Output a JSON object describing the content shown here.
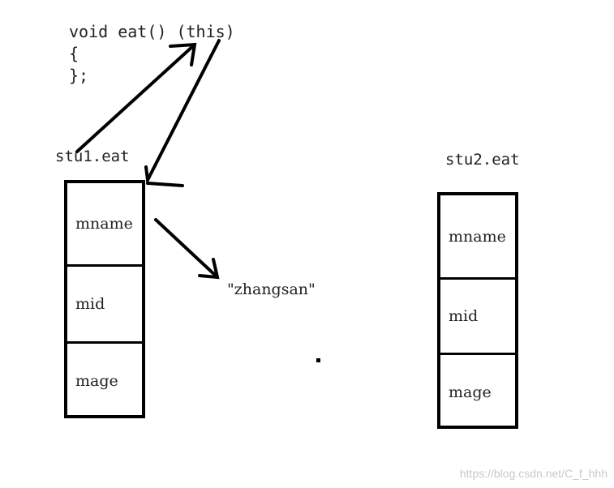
{
  "code": {
    "line1": "void eat() (this)",
    "line2": "{",
    "line3": "};"
  },
  "objects": [
    {
      "label": "stu1.eat",
      "fields": [
        "mname",
        "mid",
        "mage"
      ]
    },
    {
      "label": "stu2.eat",
      "fields": [
        "mname",
        "mid",
        "mage"
      ]
    }
  ],
  "string_value": "\"zhangsan\"",
  "watermark": "https://blog.csdn.net/C_f_hhh"
}
